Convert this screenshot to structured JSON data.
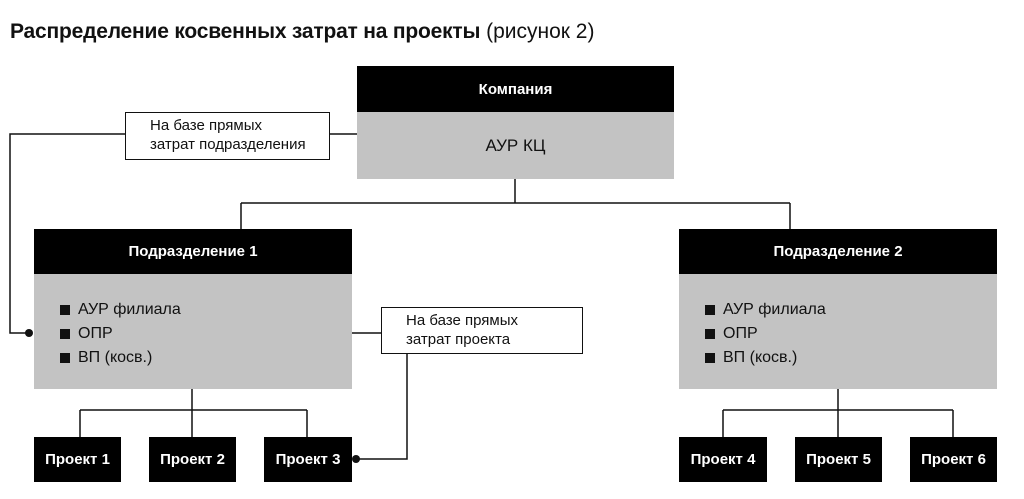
{
  "heading": {
    "title": "Распределение косвенных затрат на проекты",
    "subtitle": "(рисунок 2)"
  },
  "company": {
    "title": "Компания",
    "body": "АУР КЦ"
  },
  "note_company": {
    "line1": "На базе прямых",
    "line2": "затрат подразделения"
  },
  "note_project": {
    "line1": "На базе прямых",
    "line2": "затрат проекта"
  },
  "division1": {
    "title": "Подразделение 1",
    "items": [
      "АУР филиала",
      "ОПР",
      "ВП (косв.)"
    ]
  },
  "division2": {
    "title": "Подразделение 2",
    "items": [
      "АУР филиала",
      "ОПР",
      "ВП (косв.)"
    ]
  },
  "projects": [
    "Проект 1",
    "Проект 2",
    "Проект 3",
    "Проект 4",
    "Проект 5",
    "Проект 6"
  ],
  "colors": {
    "header_fill": "#000000",
    "body_fill": "#c3c3c3",
    "line": "#111111"
  }
}
